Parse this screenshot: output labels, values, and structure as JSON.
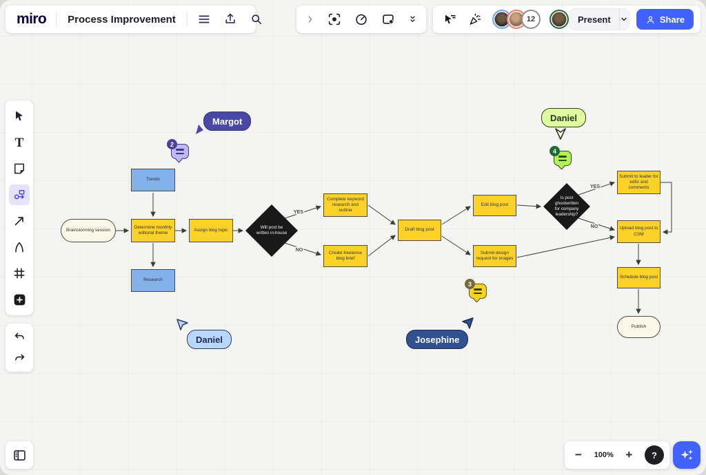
{
  "header": {
    "logo": "miro",
    "board_title": "Process Improvement",
    "present_label": "Present",
    "share_label": "Share",
    "collaborator_count": "12"
  },
  "zoom_controls": {
    "minus": "−",
    "level": "100%",
    "plus": "+",
    "help": "?"
  },
  "flowchart": {
    "nodes": {
      "brainstorm": {
        "label": "Brainstorming session"
      },
      "trends": {
        "label": "Trends"
      },
      "determine": {
        "label": "Determine monthly editorial theme"
      },
      "research": {
        "label": "Research"
      },
      "assign": {
        "label": "Assign blog topic"
      },
      "decision_inhouse": {
        "label": "Will post be written in-house"
      },
      "keyword": {
        "label": "Complete keyword research and outline"
      },
      "freelance": {
        "label": "Create freelance blog brief"
      },
      "draft": {
        "label": "Draft blog post"
      },
      "edit": {
        "label": "Edit blog post"
      },
      "design": {
        "label": "Submit design request for images"
      },
      "decision_ghost": {
        "label": "Is post ghostwritten for company leadership?"
      },
      "leader": {
        "label": "Submit to leader for edits and comments"
      },
      "upload": {
        "label": "Upload blog post to CSM"
      },
      "schedule": {
        "label": "Schedule blog post"
      },
      "publish": {
        "label": "Publish"
      }
    },
    "edge_labels": {
      "yes1": "YES",
      "no1": "NO",
      "yes2": "YES",
      "no2": "NO"
    }
  },
  "cursors": {
    "margot": {
      "name": "Margot"
    },
    "daniel_top": {
      "name": "Daniel"
    },
    "daniel_bottom": {
      "name": "Daniel"
    },
    "josephine": {
      "name": "Josephine"
    }
  },
  "comments": {
    "purple": {
      "count": "2"
    },
    "green": {
      "count": "4"
    },
    "yellow": {
      "count": "3"
    }
  },
  "colors": {
    "accent_blue": "#4262ff",
    "node_yellow": "#fcd228",
    "node_blue": "#82b1ee",
    "node_dark": "#191919",
    "node_cream": "#fbf6e7",
    "selected_tool": "#e3e3fb",
    "cursor_margot": "#4a48a5",
    "cursor_daniel_top": "#ddf9a2",
    "cursor_daniel_bottom": "#b9d6fb",
    "cursor_josephine": "#31508f"
  }
}
